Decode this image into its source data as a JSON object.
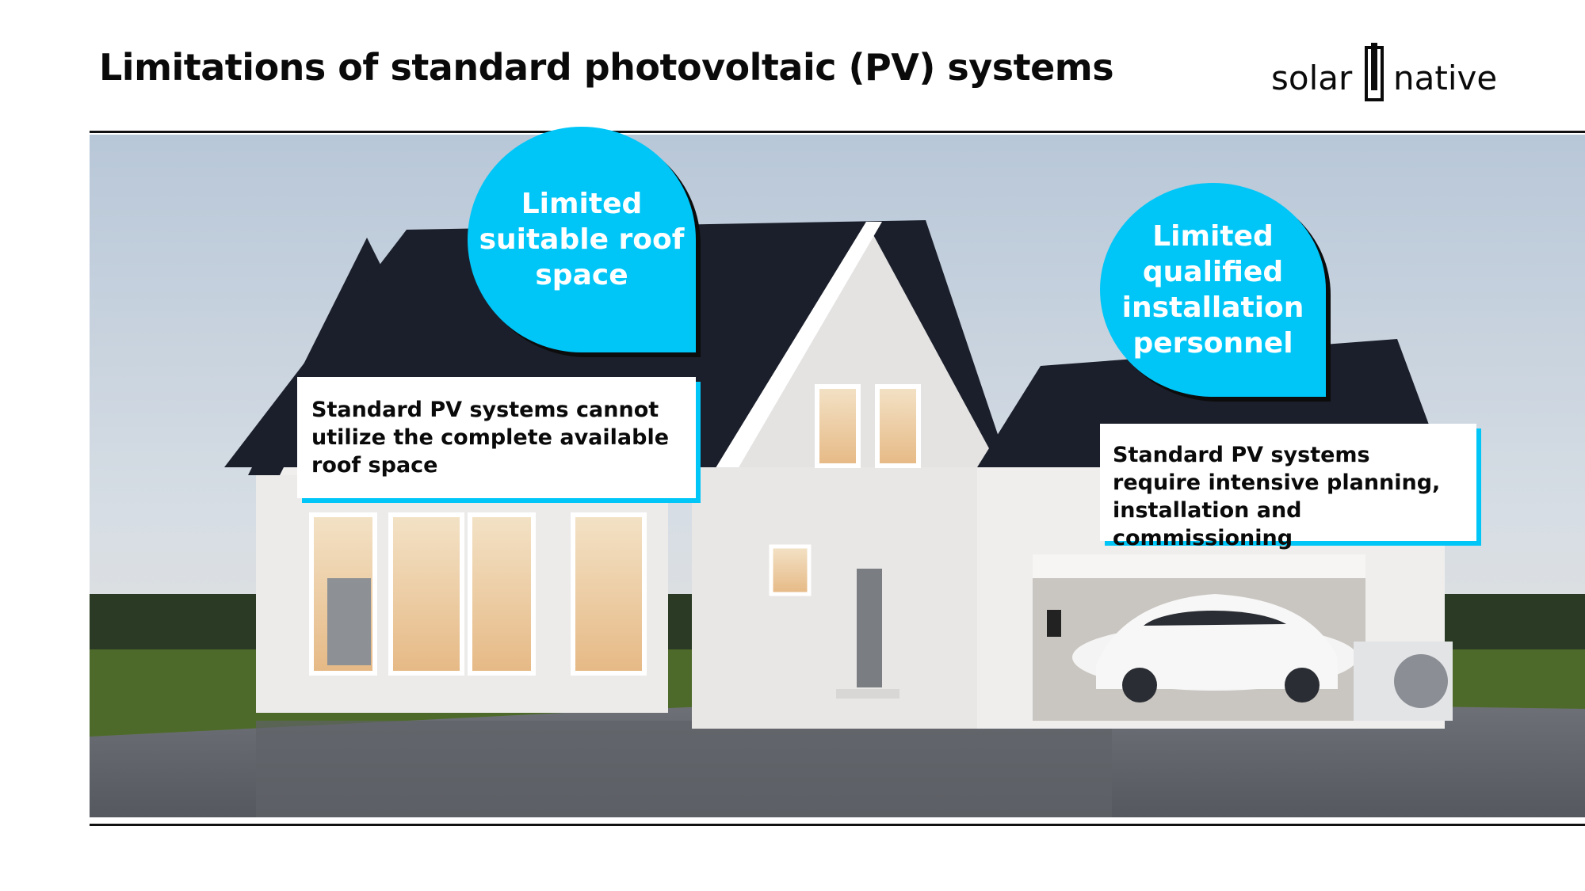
{
  "slide": {
    "title": "Limitations of standard photovoltaic (PV) systems"
  },
  "logo": {
    "left_text": "solar",
    "right_text": "native"
  },
  "bubbles": {
    "roof": [
      "Limited",
      "suitable roof",
      "space"
    ],
    "install": [
      "Limited",
      "qualified",
      "installation",
      "personnel"
    ]
  },
  "callouts": {
    "roof": "Standard PV systems cannot utilize the complete available roof space",
    "install": "Standard PV systems require intensive planning, installation and commissioning"
  },
  "colors": {
    "accent": "#00c6f7",
    "text": "#0a0a0a",
    "roof": "#1b1f2b",
    "wall": "#ecebea",
    "lawn": "#4e6a2a"
  },
  "illustration": {
    "subject": "house-with-garage-car-heat-pump"
  }
}
